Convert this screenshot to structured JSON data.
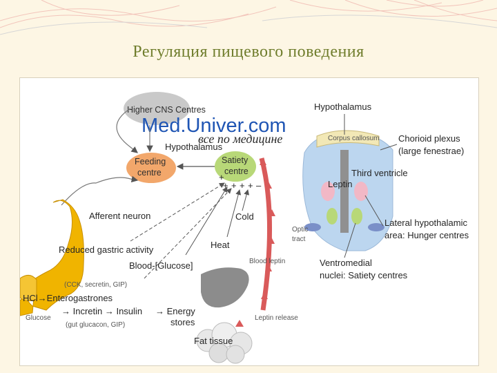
{
  "slide": {
    "title": "Регуляция пищевого поведения"
  },
  "watermark": {
    "brand": "Med.Univer.com",
    "tagline": "все по медицине"
  },
  "diagram": {
    "higher_cns": "Higher CNS Centres",
    "hypothalamus_small": "Hypothalamus",
    "feeding_centre": [
      "Feeding",
      "centre"
    ],
    "satiety_centre": [
      "Satiety",
      "centre"
    ],
    "afferent_neuron": "Afferent neuron",
    "reduced_gastric": "Reduced gastric activity",
    "blood_glucose": "Blood-[Glucose]",
    "hormones1": "(CCK, secretin, GIP)",
    "hcl": "HCl→Enterogastrones",
    "glucose": "Glucose",
    "incretin": "→ Incretin → Insulin",
    "hormones2": "(gut glucacon, GIP)",
    "energy_stores": [
      "→ Energy",
      "stores"
    ],
    "cold": "Cold",
    "heat": "Heat",
    "blood_leptin": "Blood leptin",
    "leptin_release": "Leptin release",
    "fat_tissue": "Fat tissue",
    "plus_signs": [
      "+",
      "+",
      "+",
      "+",
      "+",
      "–"
    ],
    "hypothalamus_big": "Hypothalamus",
    "corpus_callosum": "Corpus callosum",
    "choroid_plexus": [
      "Chorioid plexus",
      "(large fenestrae)"
    ],
    "third_ventricle": "Third ventricle",
    "leptin": "Leptin",
    "optic_tract": [
      "Optic",
      "tract"
    ],
    "lateral_hypothalamic": [
      "Lateral hypothalamic",
      "area: Hunger centres"
    ],
    "ventromedial": [
      "Ventromedial",
      "nuclei: Satiety centres"
    ]
  },
  "colors": {
    "title": "#6f7d2c",
    "stomach": "#f0b400",
    "feeding_centre": "#f2a76b",
    "satiety_centre": "#b8d878",
    "brain": "#bcd6ef",
    "leptin_arc": "#d95a5a",
    "watermark": "#1f55b4"
  }
}
